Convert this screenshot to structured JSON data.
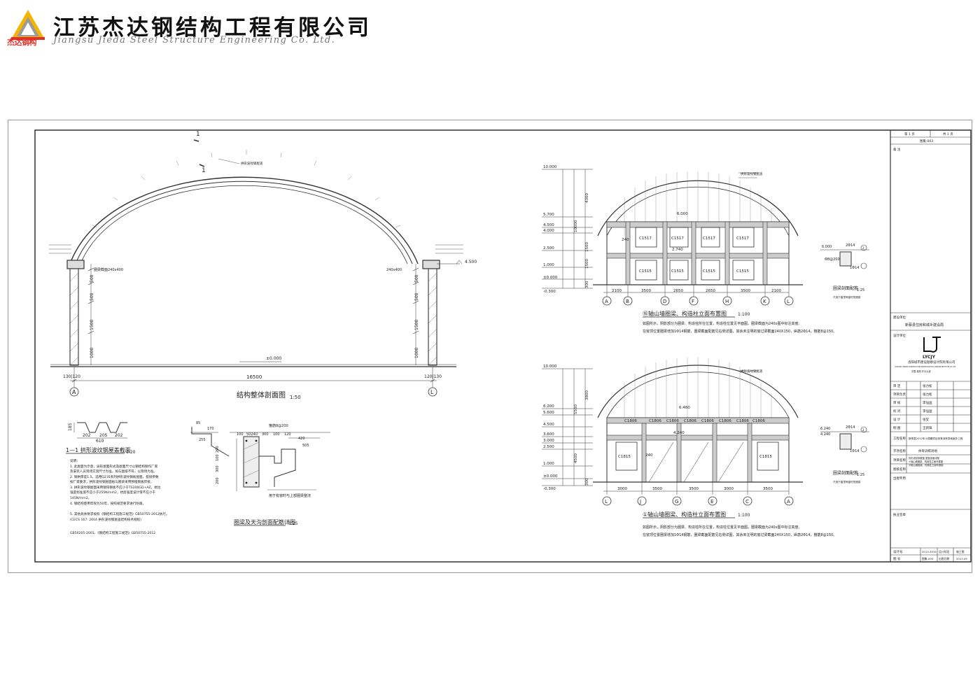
{
  "company": {
    "name_cn": "江苏杰达钢结构工程有限公司",
    "name_en": "Jiangsu Jieda Steel Structure Engineering Co. Ltd.",
    "logo_text": "杰达钢构",
    "colors": {
      "logo_red": "#e0302a",
      "logo_yellow": "#f5b400",
      "logo_gray": "#9a9a9a"
    }
  },
  "drawing": {
    "main_section": {
      "title": "结构整体剖面图",
      "scale": "1:50",
      "span_label": "16500",
      "left_dims": "130|120",
      "right_dims": "120|130",
      "axis_left": "A",
      "axis_right": "L",
      "zero_level": "±0.000",
      "top_level": "4.500",
      "section_mark": "1",
      "beam_label": "圈梁截面240x400",
      "beam_label_right": "240x400",
      "vertical_dims": [
        "1000",
        "1500",
        "500",
        "500"
      ],
      "note_arch": "拱形波纹钢屋盖"
    },
    "section_1_1": {
      "title": "1—1 拱形波纹钢屋盖截面",
      "scale": "1:20",
      "dims": [
        "202",
        "205",
        "202"
      ],
      "total": "610",
      "height": "185"
    },
    "notes": [
      "说明：",
      "1. 此屋面为示意，异形屋面形式及屋面尺寸以钢结构钢作厂家",
      "及安装人员现场实测尺寸为准，如与图纸不符，以现场为准。",
      "2. 钢拱厚度1.5，选用Q235系列拱形波纹钢板屋面，搭接参数",
      "按厂家要求，拱形波纹钢屋面板与圈梁采用预埋钢板焊接，",
      "3. 拱形波纹钢屋面采用镀锌钢板不应小于TS300GD+AZ，抗拉",
      "强度标准值不应小于255N/mm2，抗剪强度设计值不应小于",
      "145N/mm2。",
      "4. 钢结构使用年限为50年，按照规范要求进行防腐，",
      "5. 其他具体要求按照《钢结构工程施工规范》GB50755-2012执行。",
      "(CECS 167: 2004 拱形波纹钢屋盖结构技术规程)",
      "GB50205-2001、《钢结构工程施工规范》GB50755-2012"
    ],
    "ring_beam_detail": {
      "title": "圈梁及天沟剖面配筋详图",
      "scale": "1:25",
      "dims_top": [
        "100",
        "5024D",
        "300",
        "100",
        "120"
      ],
      "dims_side": [
        "85",
        "170",
        "255",
        "420",
        "505"
      ],
      "note": "用于有窗时与上部圈梁整浇",
      "rebar": "箍筋8@200",
      "vert_dims": [
        "200",
        "300",
        "100",
        "200"
      ]
    },
    "elev_top": {
      "title": "⑯轴山墙圈梁、构造柱立面布置图",
      "scale": "1:100",
      "levels": [
        "10.000",
        "5.700",
        "4.500",
        "4.000",
        "2.500",
        "1.000",
        "±0.000",
        "-0.300"
      ],
      "spans": [
        "2100",
        "3500",
        "2650",
        "2650",
        "3500",
        "2100"
      ],
      "axes": [
        "A",
        "B",
        "D",
        "F",
        "H",
        "K",
        "L"
      ],
      "windows": [
        "C1517",
        "C1517",
        "C1517",
        "C1517",
        "C1515",
        "C1515",
        "C1515",
        "C1515"
      ],
      "level_label": "6.000",
      "level_label2": "2.740",
      "label_240": "240",
      "roof_note": "拱形波纹钢屋盖",
      "vert_dims": [
        "4300",
        "10000",
        "1500",
        "1500",
        "300"
      ],
      "note1": "如图所示，阴影部分为圈梁、构造柱所在位置，构造柱位置见平面图，圈梁截面为240x图中标注高度。",
      "note2": "在窗顶位置圈梁增加1Φ14钢筋，圈梁截面配筋见右侧详图，其余未注明的窗过梁截面240X150，纵筋2Φ14，箍筋8@150。"
    },
    "elev_bot": {
      "title": "①轴山墙圈梁、构造柱立面布置图",
      "scale": "1:100",
      "levels": [
        "10.000",
        "6.200",
        "5.600",
        "4.500",
        "3.600",
        "3.000",
        "2.500",
        "1.000",
        "±0.000",
        "-0.300"
      ],
      "spans": [
        "3000",
        "3500",
        "3500",
        "3000",
        "3500"
      ],
      "axes": [
        "L",
        "J",
        "G",
        "E",
        "C",
        "A"
      ],
      "windows": [
        "C1806",
        "C1806",
        "C1806",
        "C1806",
        "C1806",
        "C1806",
        "C1806",
        "C1806",
        "C1815",
        "C1815"
      ],
      "level_label": "6.460",
      "level_label2": "4.240",
      "label_240": "240",
      "roof_note": "拱形波纹钢屋盖",
      "vert_dims": [
        "3800",
        "5500",
        "4500",
        "300"
      ],
      "note1": "如图所示，阴影部分为圈梁、构造柱所在位置，构造柱位置见平面图，圈梁截面为240x图中标注高度。",
      "note2": "在窗顶位置圈梁增加1Φ14钢筋，圈梁截面配筋见右侧详图，其余未注明的窗过梁截面240X150，纵筋2Φ14，箍筋8@150。"
    },
    "beam_detail_1": {
      "title": "圈梁剖面配筋",
      "scale": "1:25",
      "num": "2",
      "level": "6.000",
      "rebar1": "2Φ14",
      "rebar2": "Φ8@200",
      "rebar3": "1Φ14",
      "note": "只用于窗顶有窗时的圈梁"
    },
    "beam_detail_2": {
      "title": "圈梁剖面配筋",
      "scale": "1:25",
      "num": "2",
      "level": "6.240",
      "level2": "4.240",
      "rebar1": "2Φ14",
      "rebar3": "1Φ14",
      "note": "只用于窗顶有窗时的圈梁"
    }
  },
  "title_block": {
    "sheet_no": "第 1 页",
    "total_sheets": "共 1 页",
    "drawing_code": "图集-003",
    "remark_label": "备 注",
    "client_label": "建设单位",
    "client": "新蔡县住房和城乡建设局",
    "designer_label": "设计单位",
    "designer_logo": "LYCJY",
    "designer_name": "洛阳城市建设勘察设计院有限公司",
    "designer_name_en": "LUOYANG URBAN CONSTRUCTION INVESTIGATION & DESIGN INSTITUTE CO.,LTD",
    "designer_addr": "中国  洛阳  开元大道",
    "roles": [
      {
        "label": "审  定",
        "name": "张力松"
      },
      {
        "label": "项目负责",
        "name": "张力松"
      },
      {
        "label": "审  核",
        "name": "李仙国"
      },
      {
        "label": "校  对",
        "name": "李仙国"
      },
      {
        "label": "设  计",
        "name": "张莹"
      },
      {
        "label": "制  图",
        "name": "王新锋"
      }
    ],
    "project_label": "工程名称",
    "project": "新蔡县2012年小规模项目体育训练场地室外工程",
    "subproject_label": "子项名称",
    "subproject": "体育训练场地",
    "item_label": "项目名称",
    "item_lines": [
      "拱形波纹钢屋盖  屋盖剖面详图",
      "①轴山墙圈梁、构造柱立面布置图",
      "⑯轴山墙圈梁、构造柱立面布置图"
    ],
    "drawing_name_label": "图纸名称",
    "approval_label": "出图专用",
    "stamp_label": "执业签章",
    "design_no_label": "设计号",
    "design_no": "2013-3019",
    "stage_label": "设计阶段",
    "stage": "施工图",
    "drawing_no_label": "图 号",
    "drawing_no": "图集-003",
    "date_label": "出图日期",
    "date": "2013.09"
  }
}
